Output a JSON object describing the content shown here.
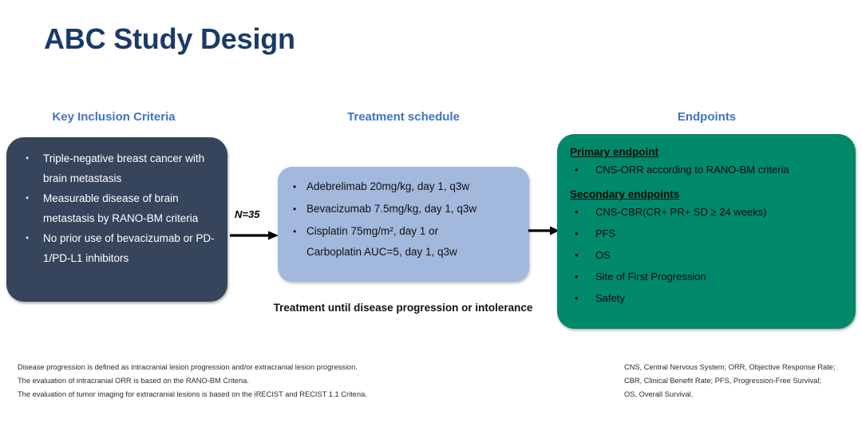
{
  "slide": {
    "title": "ABC Study Design",
    "title_color": "#1b3a68",
    "header_color": "#4472c4",
    "inclusion_box_color": "#36455c",
    "treatment_box_color": "#a3b8dd",
    "endpoints_box_color": "#00896b"
  },
  "columns": {
    "inclusion_header": "Key Inclusion Criteria",
    "treatment_header": "Treatment schedule",
    "endpoints_header": "Endpoints"
  },
  "inclusion": {
    "items": [
      "Triple-negative breast cancer with brain metastasis",
      "Measurable disease of brain metastasis by RANO-BM criteria",
      "No prior use of bevacizumab or PD-1/PD-L1 inhibitors"
    ]
  },
  "enrollment": {
    "label": "N=35"
  },
  "treatment": {
    "items": [
      "Adebrelimab 20mg/kg, day 1, q3w",
      "Bevacizumab 7.5mg/kg, day 1, q3w"
    ],
    "item3_line1": "Cisplatin 75mg/m², day 1 or",
    "item3_line2": "Carboplatin AUC=5, day 1, q3w",
    "caption": "Treatment until disease progression or intolerance"
  },
  "endpoints": {
    "primary_header": "Primary endpoint",
    "primary_items": [
      "CNS-ORR according to RANO-BM criteria"
    ],
    "secondary_header": "Secondary endpoints",
    "secondary_items": [
      "CNS-CBR(CR+ PR+ SD ≥ 24 weeks)",
      "PFS",
      "OS",
      "Site of First Progression",
      "Safety"
    ]
  },
  "footnotes": {
    "left": [
      "Disease progression is defined as intracranial lesion progression  and/or extracranial lesion progression.",
      "The evaluation of intracranial ORR is based on the RANO-BM Criteria.",
      "The evaluation of tumor imaging for extracranial lesions is based on the iRECIST and RECIST 1.1 Criteria."
    ],
    "right": [
      "CNS, Central Nervous System;  ORR, Objective Response Rate;",
      "CBR, Clinical Benefit Rate; PFS, Progression-Free Survival;",
      "OS, Overall Survival."
    ]
  }
}
